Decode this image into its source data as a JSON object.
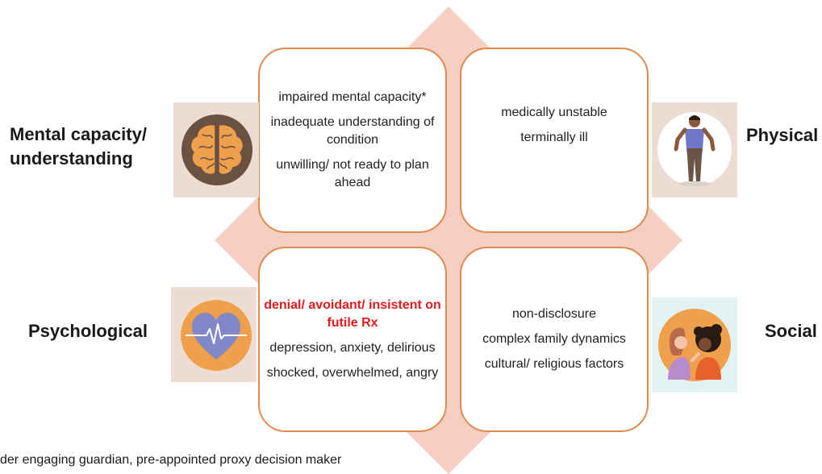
{
  "categories": {
    "mental": {
      "label_line1": "Mental capacity/",
      "label_line2": "understanding"
    },
    "physical": {
      "label": "Physical"
    },
    "psychological": {
      "label": "Psychological"
    },
    "social": {
      "label": "Social"
    }
  },
  "quadrants": {
    "top_left": [
      "impaired mental capacity*",
      "inadequate understanding of condition",
      "unwilling/ not ready to plan ahead"
    ],
    "top_right": [
      "medically unstable",
      "terminally ill"
    ],
    "bottom_left": {
      "highlight": "denial/ avoidant/ insistent on futile Rx",
      "items": [
        "depression, anxiety, delirious",
        "shocked, overwhelmed, angry"
      ]
    },
    "bottom_right": [
      "non-disclosure",
      "complex family dynamics",
      "cultural/ religious factors"
    ]
  },
  "footnote": "der engaging guardian, pre-appointed proxy decision maker",
  "colors": {
    "diamond": "#f6cfc3",
    "box_border": "#e08a4f",
    "highlight_text": "#e31b1b",
    "tile_bg": "#ecdcd3",
    "circle_orange": "#efa04c",
    "brain_circle": "#6b5141",
    "social_tile_bg": "#e2f2f3"
  },
  "icons": [
    "brain-icon",
    "person-icon",
    "heartbeat-icon",
    "two-people-talking-icon"
  ]
}
